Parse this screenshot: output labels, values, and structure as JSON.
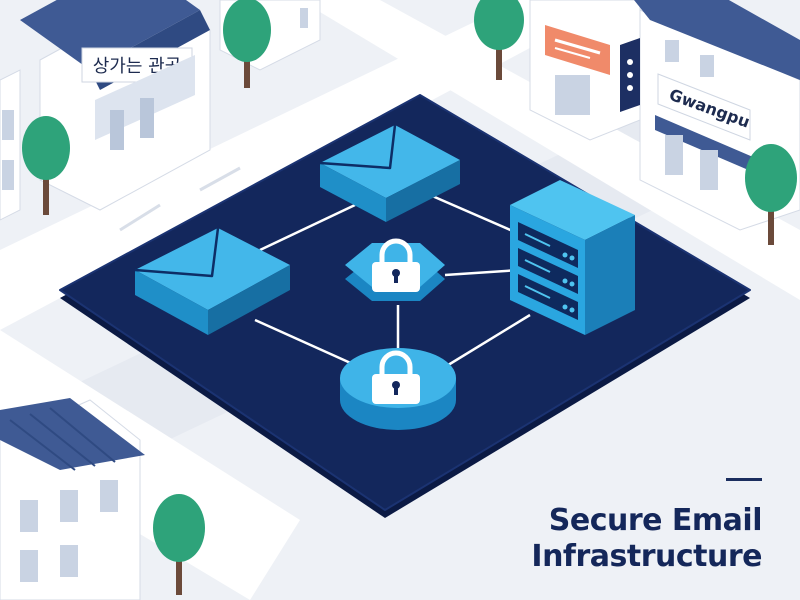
{
  "caption": {
    "line1": "Secure Email",
    "line2": "Infrastructure"
  },
  "signs": {
    "korean_sign": "상가는 관곰",
    "orange_sign": "",
    "vertical_sign": "",
    "city_sign": "Gwangpu"
  },
  "colors": {
    "platform": "#13275c",
    "accent": "#2aa6e0",
    "roof": "#3f5a94",
    "tree": "#2ea37a",
    "title": "#14275a"
  },
  "icons": [
    "envelope-icon",
    "lock-icon",
    "server-icon",
    "tree-icon",
    "building-icon"
  ]
}
